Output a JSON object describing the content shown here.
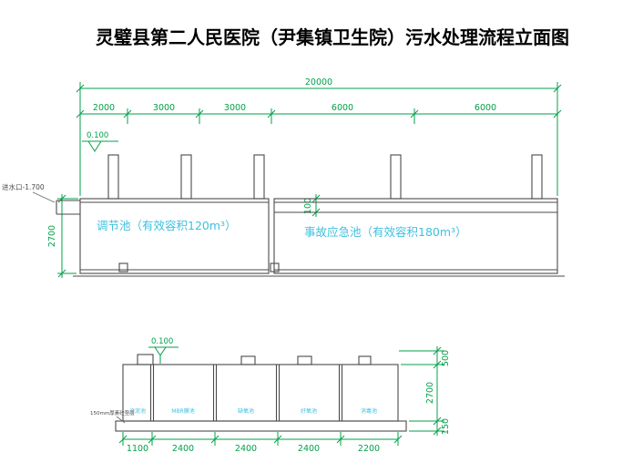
{
  "title": "灵璧县第二人民医院（尹集镇卫生院）污水处理流程立面图",
  "colors": {
    "dimension_green": "#00A04A",
    "label_cyan": "#3EC1E0",
    "line_gray": "#4A4A4A",
    "background": "#FFFFFF"
  },
  "upper": {
    "total_dim": "20000",
    "segment_dims": [
      "2000",
      "3000",
      "3000",
      "6000",
      "6000"
    ],
    "level_mark": "0.100",
    "inlet_label": "进水口-1.700",
    "height_dim": "2700",
    "top_gap_dim": "100",
    "tank1_label": "调节池（有效容积120m³）",
    "tank2_label": "事故应急池（有效容积180m³）"
  },
  "lower": {
    "level_mark": "0.100",
    "base_note": "150mm厚素砼垫层",
    "chamber_labels": [
      "污泥池",
      "MBR膜池",
      "缺氧池",
      "好氧池",
      "消毒池"
    ],
    "bottom_dims": [
      "1100",
      "2400",
      "2400",
      "2400",
      "2200"
    ],
    "right_dims": [
      "500",
      "2700",
      "150"
    ]
  }
}
